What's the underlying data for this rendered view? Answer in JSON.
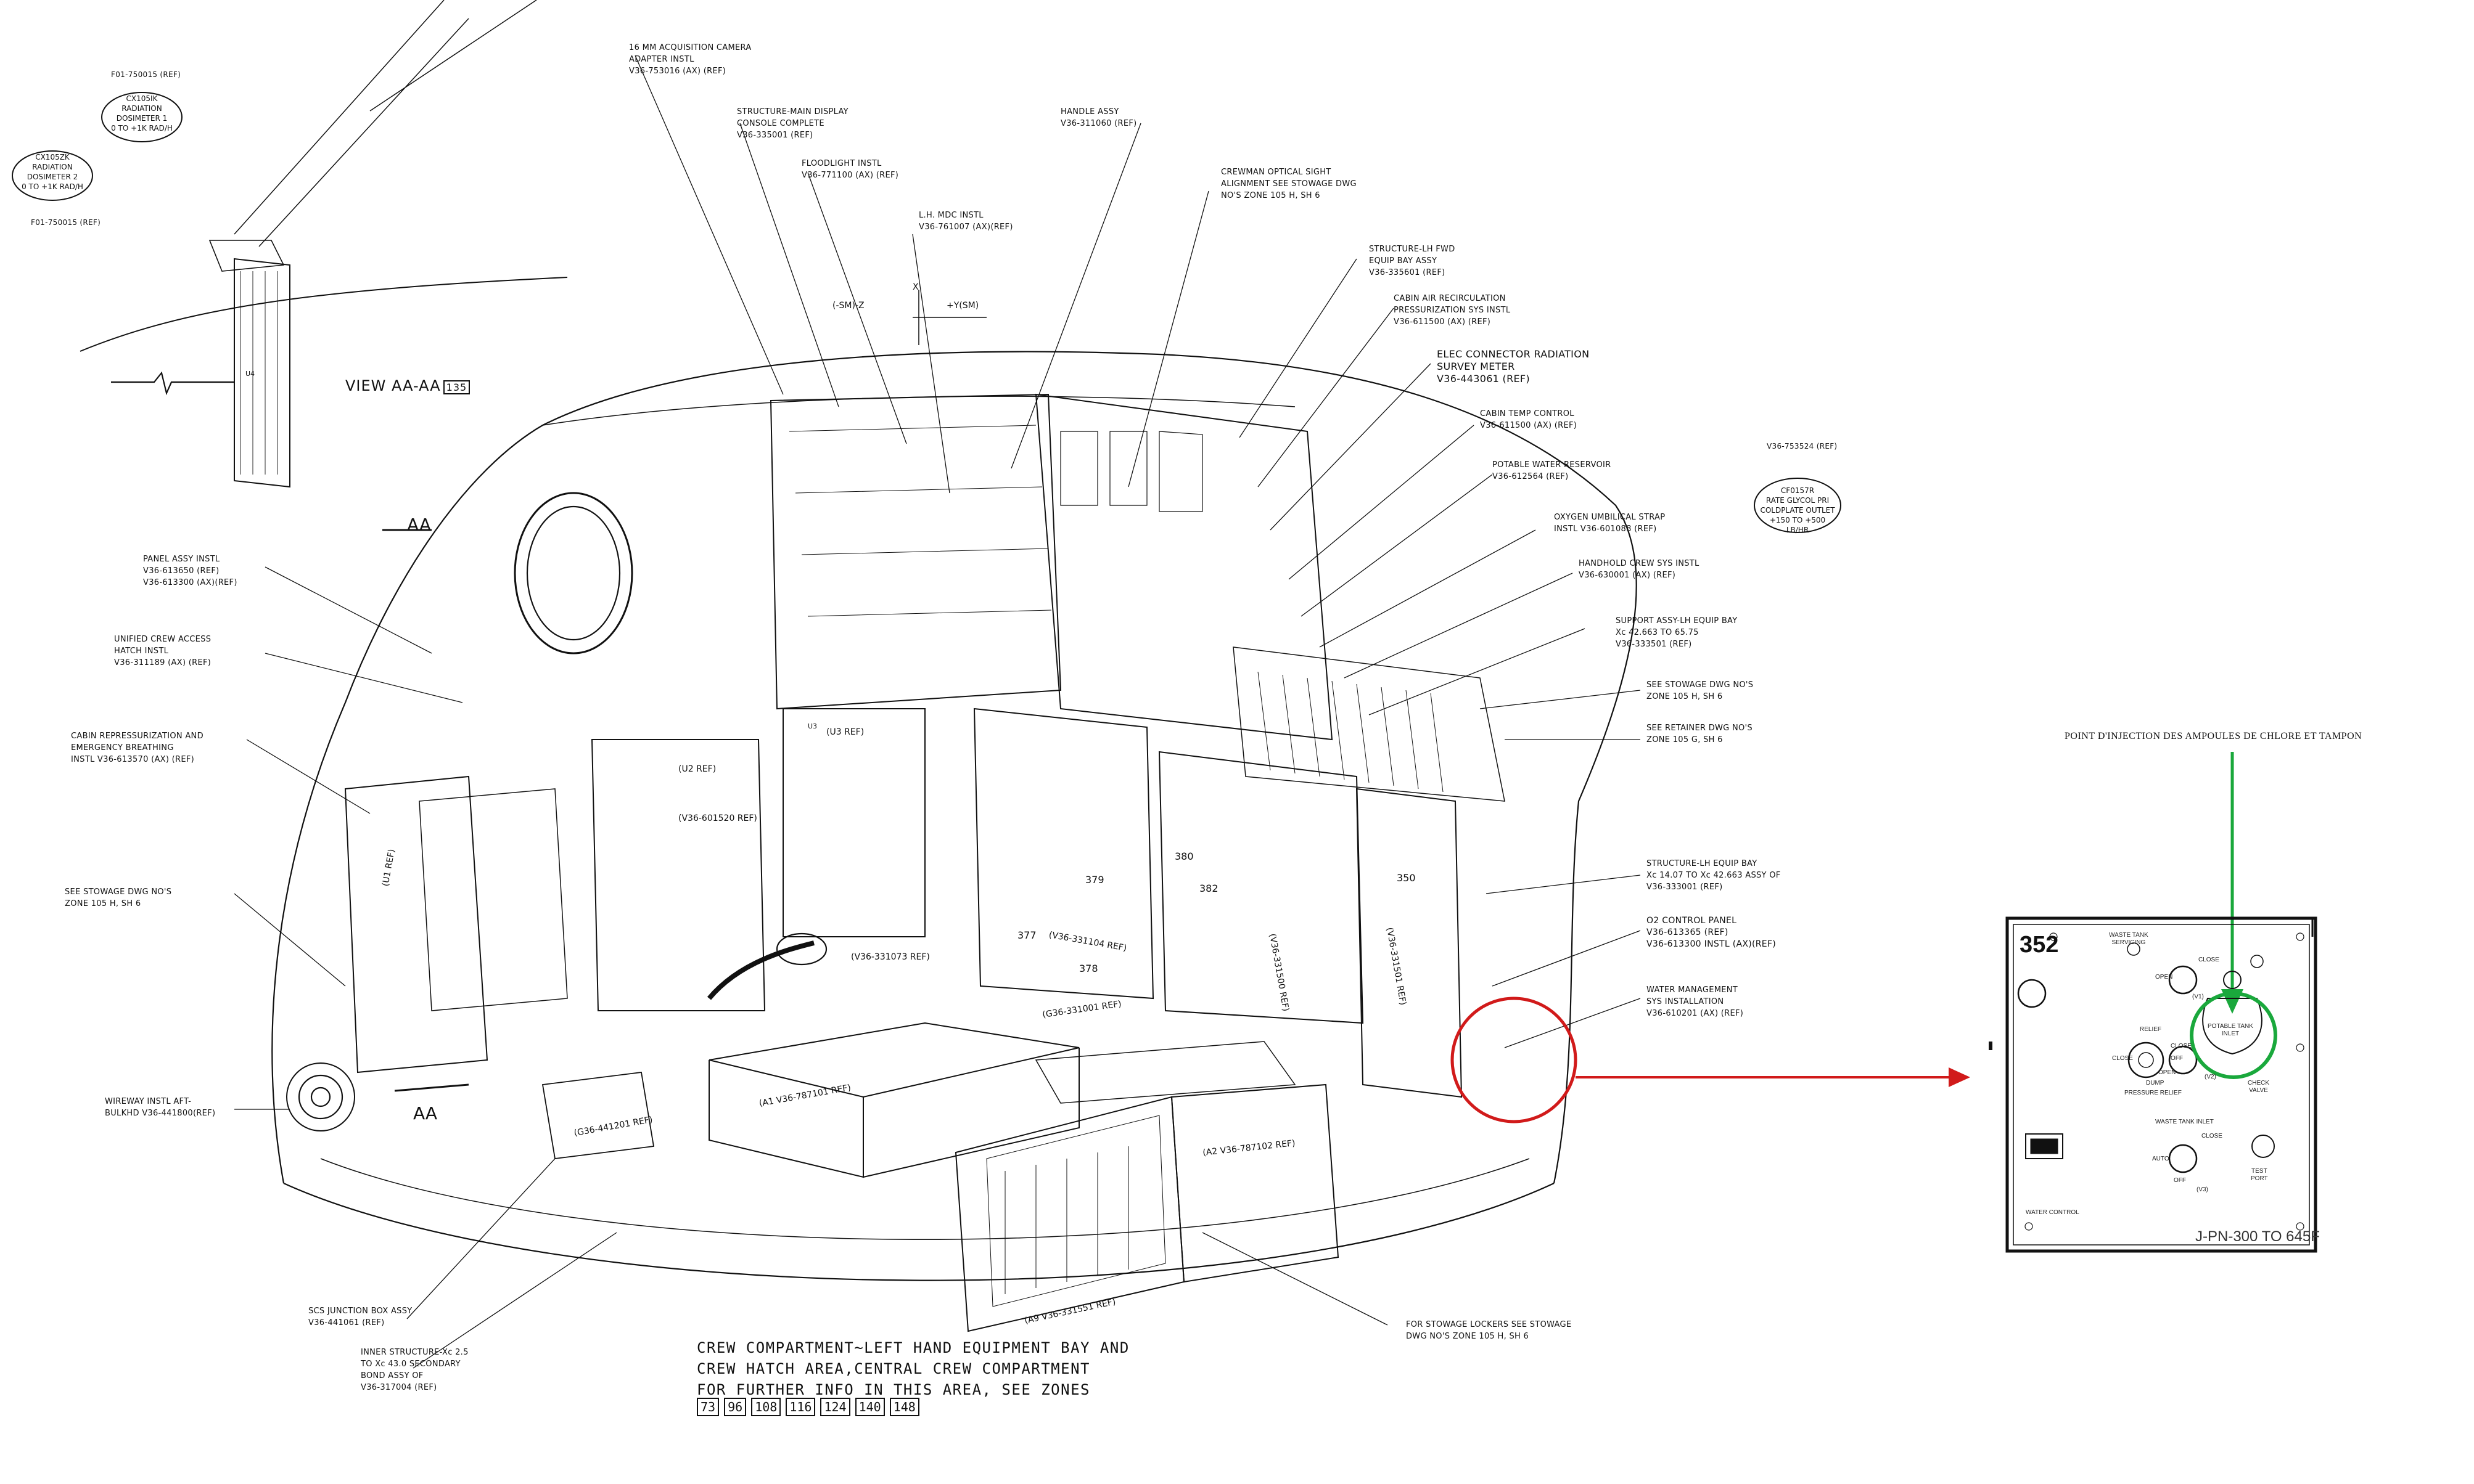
{
  "view": {
    "title": "VIEW AA-AA",
    "ref_box": "135",
    "section_marker": "AA",
    "section_marker_lower": "AA",
    "u4_tag": "U4",
    "dosimeter_1": {
      "ref": "F01-750015 (REF)",
      "code": "CX105IK",
      "name_line1": "RADIATION",
      "name_line2": "DOSIMETER 1",
      "range": "0 TO +1K RAD/H"
    },
    "dosimeter_2": {
      "ref": "F01-750015 (REF)",
      "code": "CX105ZK",
      "name_line1": "RADIATION",
      "name_line2": "DOSIMETER 2",
      "range": "0 TO +1K RAD/H"
    }
  },
  "axes": {
    "x": "X",
    "y": "+Y(SM)",
    "z": "(-SM)-Z"
  },
  "top_labels": [
    {
      "l1": "16 MM ACQUISITION CAMERA",
      "l2": "ADAPTER INSTL",
      "l3": "V36-753016 (AX) (REF)"
    },
    {
      "l1": "STRUCTURE-MAIN DISPLAY",
      "l2": "CONSOLE COMPLETE",
      "l3": "V36-335001 (REF)"
    },
    {
      "l1": "FLOODLIGHT INSTL",
      "l2": "V36-771100 (AX) (REF)"
    },
    {
      "l1": "L.H. MDC INSTL",
      "l2": "V36-761007 (AX)(REF)"
    },
    {
      "l1": "HANDLE ASSY",
      "l2": "V36-311060 (REF)"
    },
    {
      "l1": "CREWMAN OPTICAL SIGHT",
      "l2": "ALIGNMENT SEE STOWAGE DWG",
      "l3": "NO'S ZONE 105 H, SH 6"
    }
  ],
  "right_labels": [
    {
      "l1": "STRUCTURE-LH FWD",
      "l2": "EQUIP BAY ASSY",
      "l3": "V36-335601 (REF)"
    },
    {
      "l1": "CABIN AIR RECIRCULATION",
      "l2": "PRESSURIZATION SYS INSTL",
      "l3": "V36-611500 (AX) (REF)"
    },
    {
      "l1": "ELEC CONNECTOR RADIATION",
      "l2": "SURVEY METER",
      "l3": "V36-443061 (REF)"
    },
    {
      "l1": "CABIN TEMP CONTROL",
      "l2": "V36-611500 (AX) (REF)"
    },
    {
      "l1": "POTABLE WATER RESERVOIR",
      "l2": "V36-612564 (REF)"
    },
    {
      "l1": "OXYGEN UMBILICAL STRAP",
      "l2": "INSTL V36-601088 (REF)"
    },
    {
      "l1": "HANDHOLD CREW SYS INSTL",
      "l2": "V36-630001 (AX) (REF)"
    },
    {
      "l1": "SUPPORT ASSY-LH EQUIP BAY",
      "l2": "Xc 42.663 TO 65.75",
      "l3": "V36-333501 (REF)"
    },
    {
      "l1": "SEE STOWAGE DWG NO'S",
      "l2": "ZONE 105 H, SH 6"
    },
    {
      "l1": "SEE RETAINER DWG NO'S",
      "l2": "ZONE 105 G, SH 6"
    },
    {
      "l1": "STRUCTURE-LH EQUIP BAY",
      "l2": "Xc 14.07 TO Xc 42.663 ASSY OF",
      "l3": "V36-333001 (REF)"
    },
    {
      "l1": "O2 CONTROL PANEL",
      "l2": "V36-613365 (REF)",
      "l3": "V36-613300 INSTL (AX)(REF)"
    },
    {
      "l1": "WATER MANAGEMENT",
      "l2": "SYS INSTALLATION",
      "l3": "V36-610201 (AX) (REF)"
    },
    {
      "l1": "FOR STOWAGE LOCKERS SEE STOWAGE",
      "l2": "DWG NO'S ZONE 105 H, SH 6"
    }
  ],
  "left_labels": [
    {
      "l1": "PANEL ASSY INSTL",
      "l2": "V36-613650 (REF)",
      "l3": "V36-613300 (AX)(REF)"
    },
    {
      "l1": "UNIFIED CREW ACCESS",
      "l2": "HATCH INSTL",
      "l3": "V36-311189 (AX) (REF)"
    },
    {
      "l1": "CABIN REPRESSURIZATION AND",
      "l2": "EMERGENCY BREATHING",
      "l3": "INSTL V36-613570 (AX) (REF)"
    },
    {
      "l1": "SEE STOWAGE DWG NO'S",
      "l2": "ZONE 105 H, SH 6"
    },
    {
      "l1": "WIREWAY INSTL AFT-",
      "l2": "BULKHD V36-441800(REF)"
    },
    {
      "l1": "SCS JUNCTION BOX ASSY",
      "l2": "V36-441061 (REF)"
    },
    {
      "l1": "INNER STRUCTURE-Xc 2.5",
      "l2": "TO Xc 43.0 SECONDARY",
      "l3": "BOND ASSY OF",
      "l4": "V36-317004 (REF)"
    }
  ],
  "glycol_gauge": {
    "ref": "V36-753524 (REF)",
    "code": "CF0157R",
    "l1": "RATE GLYCOL PRI",
    "l2": "COLDPLATE OUTLET",
    "range": "+150 TO +500 LB/HR"
  },
  "interior_tags": [
    "(U3 REF)",
    "U3",
    "(U2 REF)",
    "(V36-601520 REF)",
    "(U1 REF)",
    "(V36-331073 REF)",
    "(G36-331001 REF)",
    "(V36-331104 REF)",
    "(V36-331501 REF)",
    "(V36-331500 REF)",
    "(A1 V36-787101 REF)",
    "(A2 V36-787102 REF)",
    "(A9 V36-331551 REF)",
    "(G36-441201 REF)",
    "377",
    "378",
    "379",
    "380",
    "382",
    "350"
  ],
  "caption": {
    "line1": "CREW COMPARTMENT~LEFT HAND EQUIPMENT BAY AND",
    "line2": "CREW HATCH AREA,CENTRAL CREW COMPARTMENT",
    "line3": "FOR FURTHER INFO IN THIS AREA, SEE ZONES",
    "zones": [
      "73",
      "96",
      "108",
      "116",
      "124",
      "140",
      "148"
    ]
  },
  "callout": {
    "note": "POINT D'INJECTION DES AMPOULES DE CHLORE ET TAMPON",
    "highlight_color": "#d11a1a",
    "arrow_color": "#d11a1a",
    "note_arrow_color": "#1aa83c",
    "part_number": "J-PN-300 TO 645F"
  },
  "panel_352": {
    "number": "352",
    "waste_tank_servicing": "WASTE TANK\nSERVICING",
    "open": "OPEN",
    "close": "CLOSE",
    "potable_tank_inlet": "POTABLE TANK\nINLET",
    "off": "OFF",
    "v1": "(V1)",
    "v2": "(V2)",
    "v3": "(V3)",
    "relief": "RELIEF",
    "dump": "DUMP",
    "pressure_relief": "PRESSURE RELIEF",
    "waste_tank_inlet": "WASTE TANK INLET",
    "auto": "AUTO",
    "check_valve": "CHECK\nVALVE",
    "test_port": "TEST\nPORT",
    "water_control": "WATER CONTROL"
  }
}
